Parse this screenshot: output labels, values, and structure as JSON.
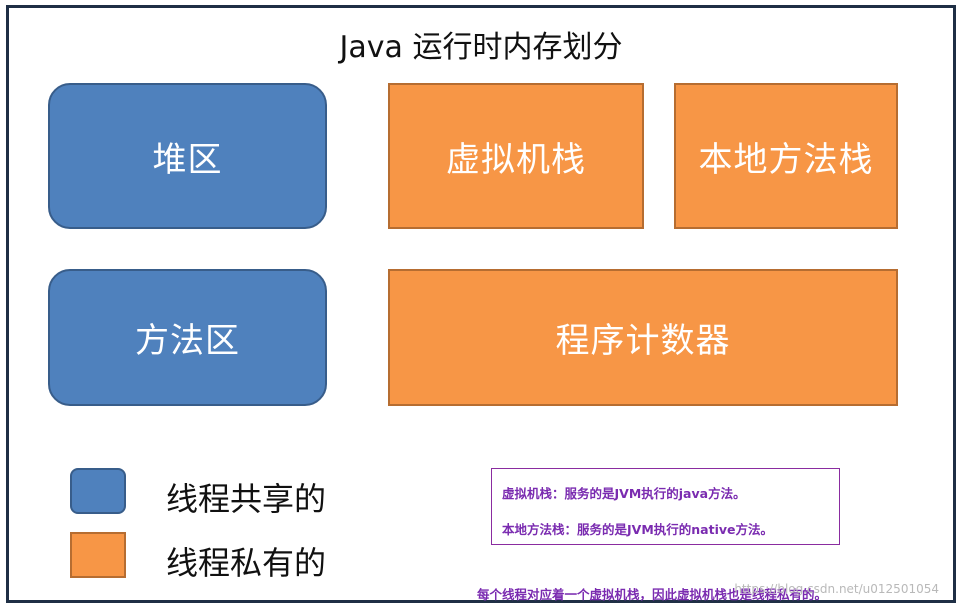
{
  "title": "Java 运行时内存划分",
  "blocks": {
    "heap": "堆区",
    "method_area": "方法区",
    "vm_stack": "虚拟机栈",
    "native_stack": "本地方法栈",
    "pc_register": "程序计数器"
  },
  "legend": {
    "shared": "线程共享的",
    "private": "线程私有的"
  },
  "notes": {
    "vm_stack": "虚拟机栈：服务的是JVM执行的java方法。",
    "native_stack": "本地方法栈：服务的是JVM执行的native方法。"
  },
  "footnote": "每个线程对应着一个虚拟机栈，因此虚拟机栈也是线程私有的。",
  "watermark": "https://blog.csdn.net/u012501054",
  "colors": {
    "shared": "#4f81bd",
    "private": "#f79646",
    "note_text": "#7a2bb0"
  }
}
